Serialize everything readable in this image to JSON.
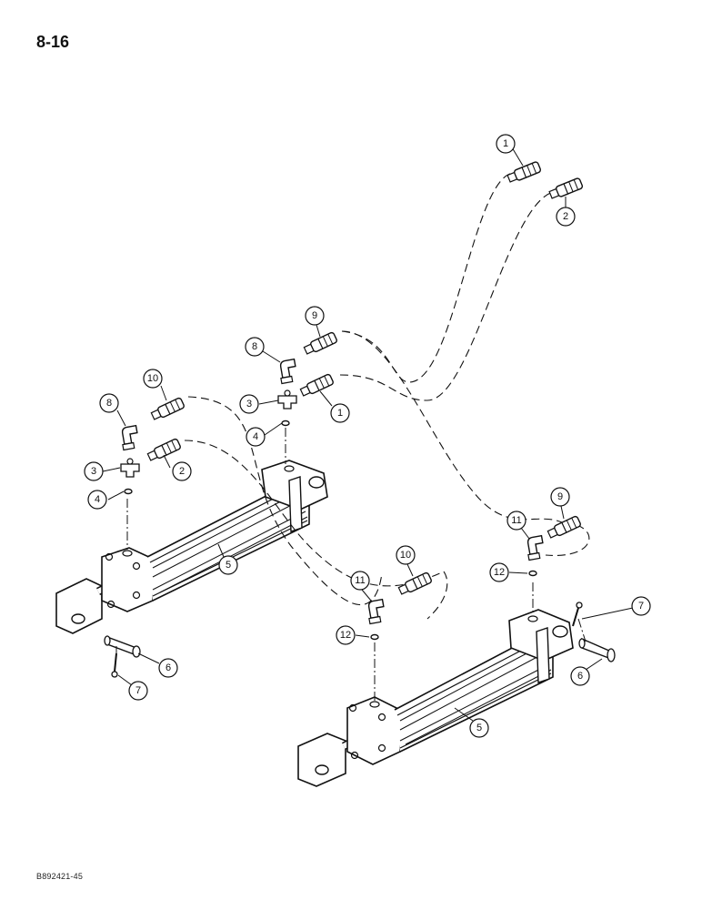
{
  "page_number": "8-16",
  "doc_code": "B892421-45",
  "callouts": {
    "c1a": "1",
    "c2a": "2",
    "c9a": "9",
    "c8a": "8",
    "c3a": "3",
    "c4a": "4",
    "c1b": "1",
    "c10a": "10",
    "c8b": "8",
    "c3b": "3",
    "c2b": "2",
    "c4b": "4",
    "c5a": "5",
    "c6a": "6",
    "c7a": "7",
    "c11a": "11",
    "c9b": "9",
    "c12a": "12",
    "c10b": "10",
    "c11b": "11",
    "c12b": "12",
    "c7b": "7",
    "c6b": "6",
    "c5b": "5"
  }
}
